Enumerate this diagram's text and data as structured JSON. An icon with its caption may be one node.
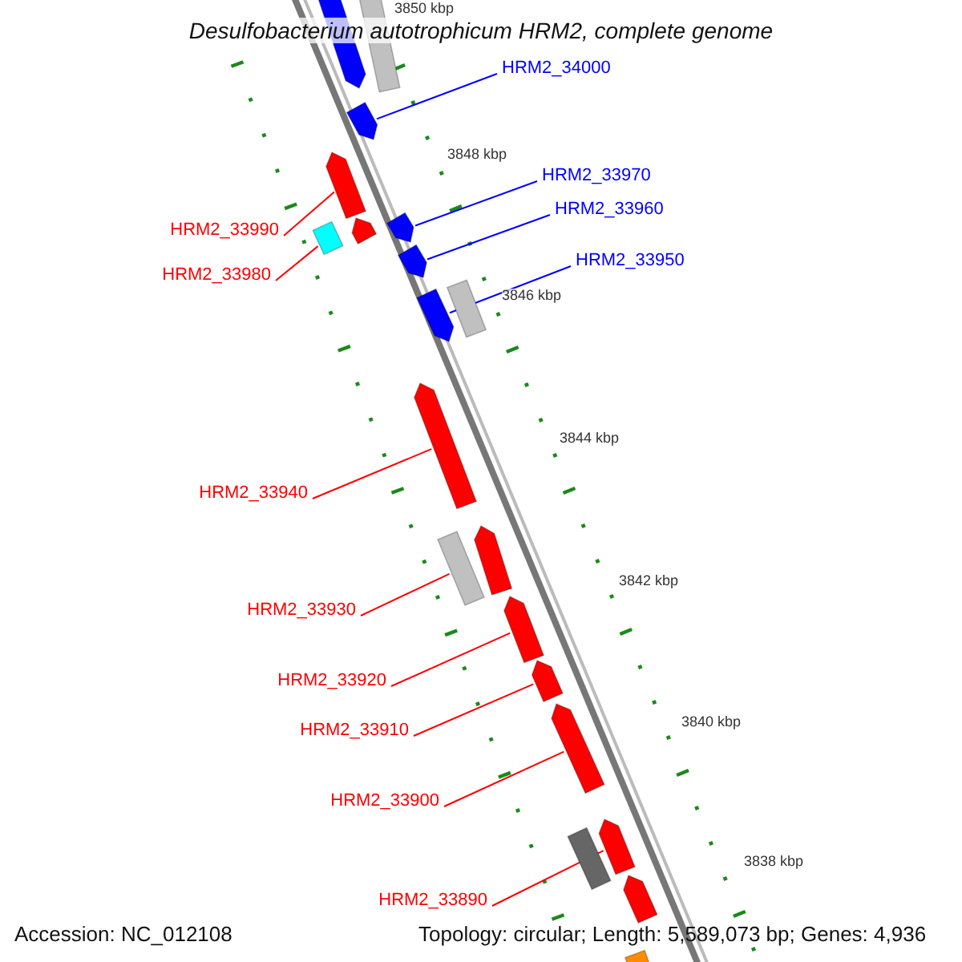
{
  "diagram": {
    "title": "Desulfobacterium autotrophicum HRM2, complete genome",
    "nodes": [
      {
        "text": [],
        "shape": "pentagon"
      },
      {
        "text": [],
        "shape": "box"
      },
      {
        "text": [
          "HRM2_34000"
        ]
      },
      {
        "text": [],
        "shape": "pentagon"
      },
      {
        "text": [],
        "shape": "pentagon"
      },
      {
        "text": [
          "HRM2_33970"
        ]
      },
      {
        "text": [
          "HRM2_33960"
        ]
      },
      {
        "text": [
          "HRM2_33990"
        ]
      },
      {
        "text": [],
        "shape": "pentagon"
      },
      {
        "text": [],
        "shape": "box"
      },
      {
        "text": [],
        "shape": "pentagon"
      },
      {
        "text": [],
        "shape": "pentagon"
      },
      {
        "text": [
          "HRM2_33950"
        ]
      },
      {
        "text": [
          "HRM2_33980"
        ]
      },
      {
        "text": [],
        "shape": "pentagon"
      },
      {
        "text": [],
        "shape": "box"
      },
      {
        "text": [],
        "shape": "pentagon"
      },
      {
        "text": [
          "HRM2_33940"
        ]
      },
      {
        "text": [],
        "shape": "pentagon"
      },
      {
        "text": [],
        "shape": "box"
      },
      {
        "text": [
          "HRM2_33930"
        ]
      },
      {
        "text": [],
        "shape": "pentagon"
      },
      {
        "text": [
          "HRM2_33920"
        ]
      },
      {
        "text": [],
        "shape": "pentagon"
      },
      {
        "text": [
          "HRM2_33910"
        ]
      },
      {
        "text": [],
        "shape": "pentagon"
      },
      {
        "text": [
          "HRM2_33900"
        ]
      },
      {
        "text": [],
        "shape": "box"
      },
      {
        "text": [],
        "shape": "pentagon"
      },
      {
        "text": [
          "HRM2_33890"
        ]
      },
      {
        "text": [],
        "shape": "pentagon"
      },
      {
        "text": [],
        "shape": "pentagon"
      }
    ],
    "edges": [
      {
        "from": 2,
        "to": 3,
        "arrow": "none",
        "color": "#0000ff"
      },
      {
        "from": 7,
        "to": 4,
        "arrow": "none"
      },
      {
        "from": 13,
        "to": 9,
        "arrow": "none"
      },
      {
        "from": 5,
        "to": 10,
        "arrow": "none",
        "color": "#0000ff"
      },
      {
        "from": 6,
        "to": 11,
        "arrow": "none",
        "color": "#0000ff"
      },
      {
        "from": 12,
        "to": 14,
        "arrow": "none",
        "color": "#0000ff"
      },
      {
        "from": 17,
        "to": 16,
        "arrow": "none"
      },
      {
        "from": 20,
        "to": 19,
        "arrow": "none"
      },
      {
        "from": 22,
        "to": 21,
        "arrow": "none"
      },
      {
        "from": 24,
        "to": 23,
        "arrow": "none"
      },
      {
        "from": 26,
        "to": 25,
        "arrow": "none"
      },
      {
        "from": 29,
        "to": 28,
        "arrow": "none"
      }
    ],
    "labels": [
      "3850 kbp",
      "3848 kbp",
      "3846 kbp",
      "3844 kbp",
      "3842 kbp",
      "3840 kbp",
      "3838 kbp",
      "Accession: NC_012108",
      "Topology: circular; Length: 5,589,073 bp; Genes: 4,936"
    ]
  }
}
